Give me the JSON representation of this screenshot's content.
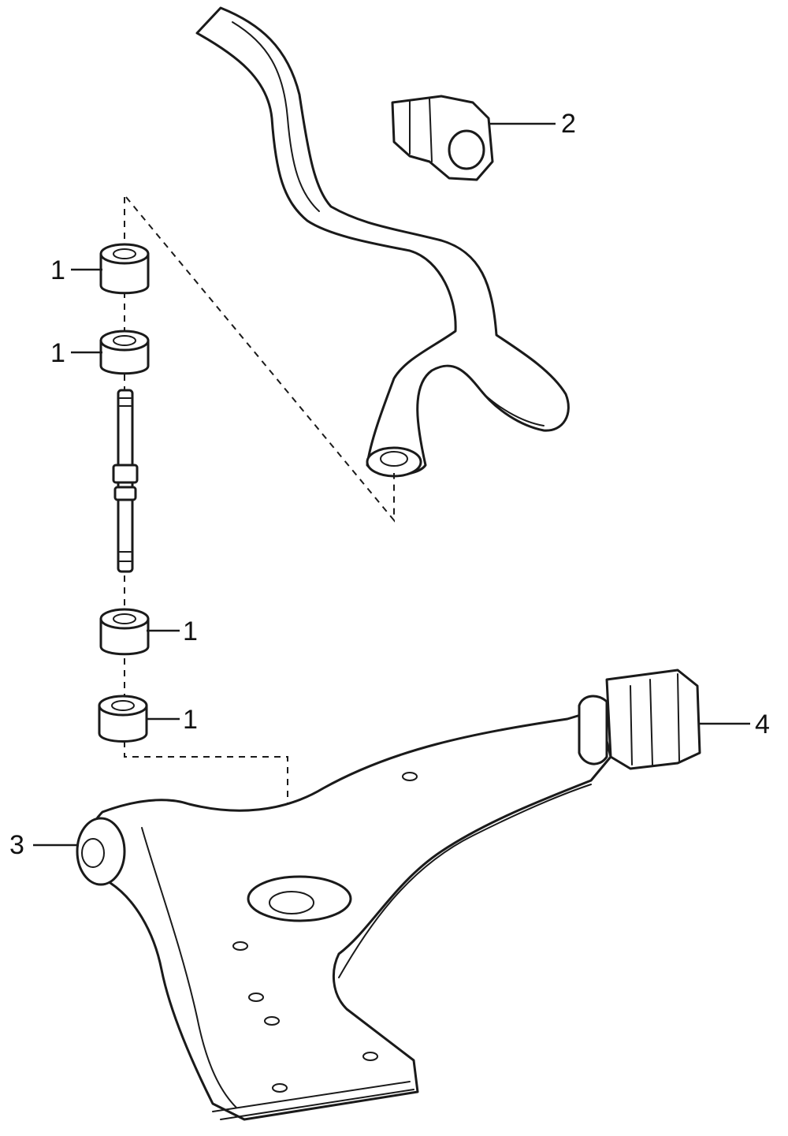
{
  "callouts": [
    {
      "id": "c1a",
      "label": "1"
    },
    {
      "id": "c1b",
      "label": "1"
    },
    {
      "id": "c1c",
      "label": "1"
    },
    {
      "id": "c1d",
      "label": "1"
    },
    {
      "id": "c2",
      "label": "2"
    },
    {
      "id": "c3",
      "label": "3"
    },
    {
      "id": "c4",
      "label": "4"
    }
  ],
  "colors": {
    "line": "#1a1a1a",
    "background": "#ffffff"
  }
}
